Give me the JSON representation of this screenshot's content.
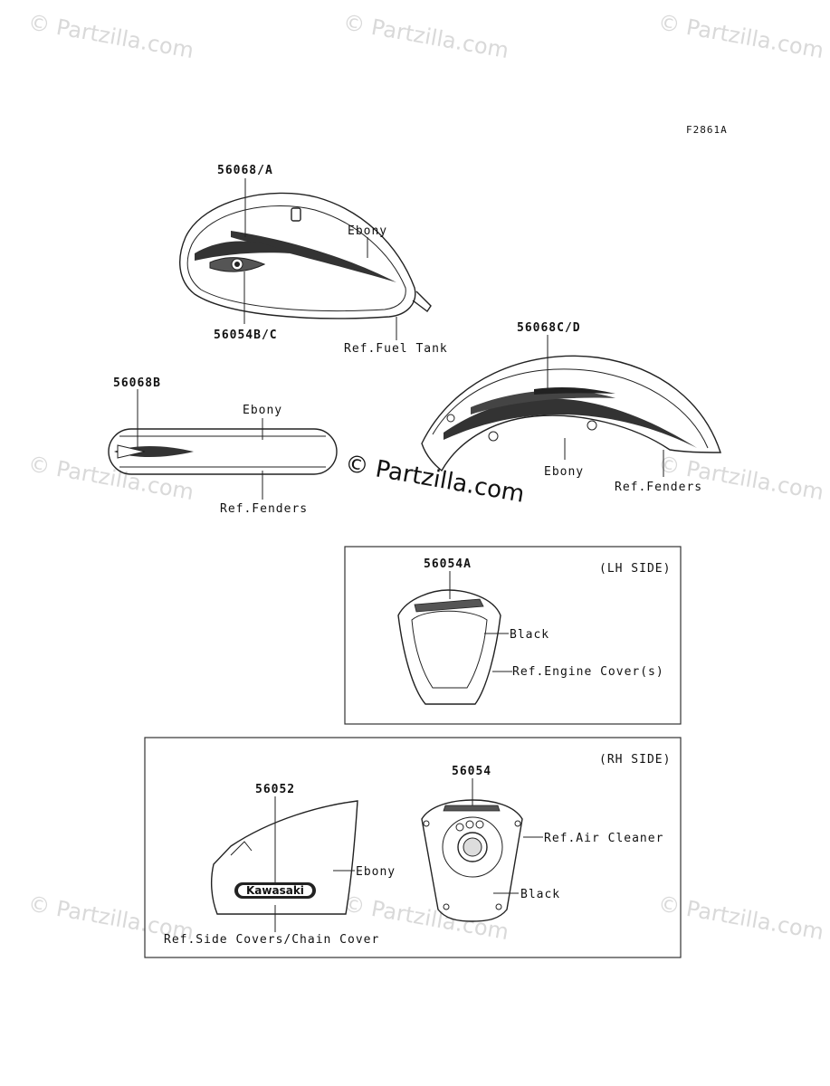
{
  "figure_code": "F2861A",
  "watermark_text": "© Partzilla.com",
  "center_watermark": "© Partzilla.com",
  "panels": {
    "lh_side": "(LH SIDE)",
    "rh_side": "(RH SIDE)"
  },
  "labels": {
    "p56068A": "56068/A",
    "ebony_tank": "Ebony",
    "p56054BC": "56054B/C",
    "ref_fuel_tank": "Ref.Fuel Tank",
    "p56068CD": "56068C/D",
    "p56068B": "56068B",
    "ebony_front": "Ebony",
    "ref_fenders_front": "Ref.Fenders",
    "ebony_rear": "Ebony",
    "ref_fenders_rear": "Ref.Fenders",
    "p56054A": "56054A",
    "black_engine": "Black",
    "ref_engine_cover": "Ref.Engine Cover(s)",
    "p56052": "56052",
    "ebony_side": "Ebony",
    "ref_side_covers": "Ref.Side Covers/Chain Cover",
    "p56054": "56054",
    "ref_air_cleaner": "Ref.Air Cleaner",
    "black_air": "Black",
    "kawasaki_logo": "Kawasaki"
  }
}
